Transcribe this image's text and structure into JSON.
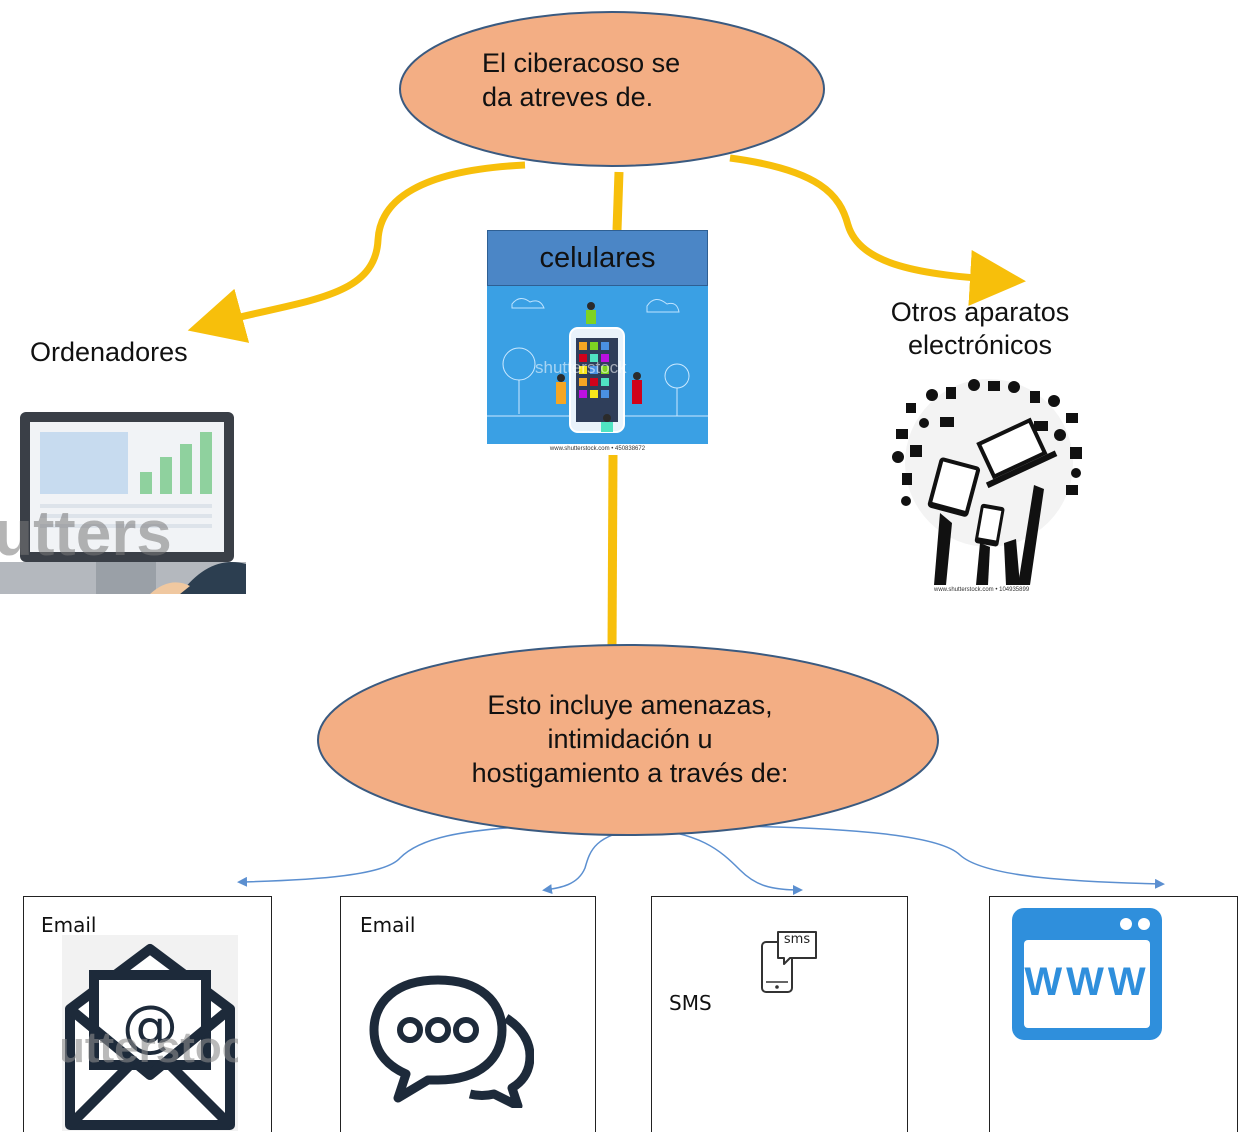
{
  "top_node": {
    "line1": "El  ciberacoso  se",
    "line2": "da atreves de."
  },
  "branches": {
    "left_label": "Ordenadores",
    "center_label": "celulares",
    "right_label_line1": "Otros aparatos",
    "right_label_line2": "electrónicos"
  },
  "middle_node": {
    "line1": "Esto incluye amenazas,",
    "line2": "intimidación u",
    "line3": "hostigamiento a través de:"
  },
  "channels": [
    {
      "label": "Email",
      "icon": "envelope-at-icon"
    },
    {
      "label": "Email",
      "icon": "chat-bubbles-icon"
    },
    {
      "label": "SMS",
      "icon": "sms-phone-icon"
    },
    {
      "label": "",
      "icon": "www-browser-icon"
    }
  ],
  "image_texts": {
    "phone_watermark": "shutterstock",
    "phone_caption": "www.shutterstock.com • 450838672",
    "laptop_watermark": "utters",
    "email_watermark": "utterstoc",
    "devices_caption": "www.shutterstock.com • 104935899",
    "sms_icon_text": "sms",
    "www_text": "WWW"
  },
  "colors": {
    "ellipse_fill": "#f3ae84",
    "ellipse_stroke": "#3a5a80",
    "connector": "#f7bf0b",
    "thin_connector": "#5b8fd0",
    "header_fill": "#4b86c6"
  }
}
